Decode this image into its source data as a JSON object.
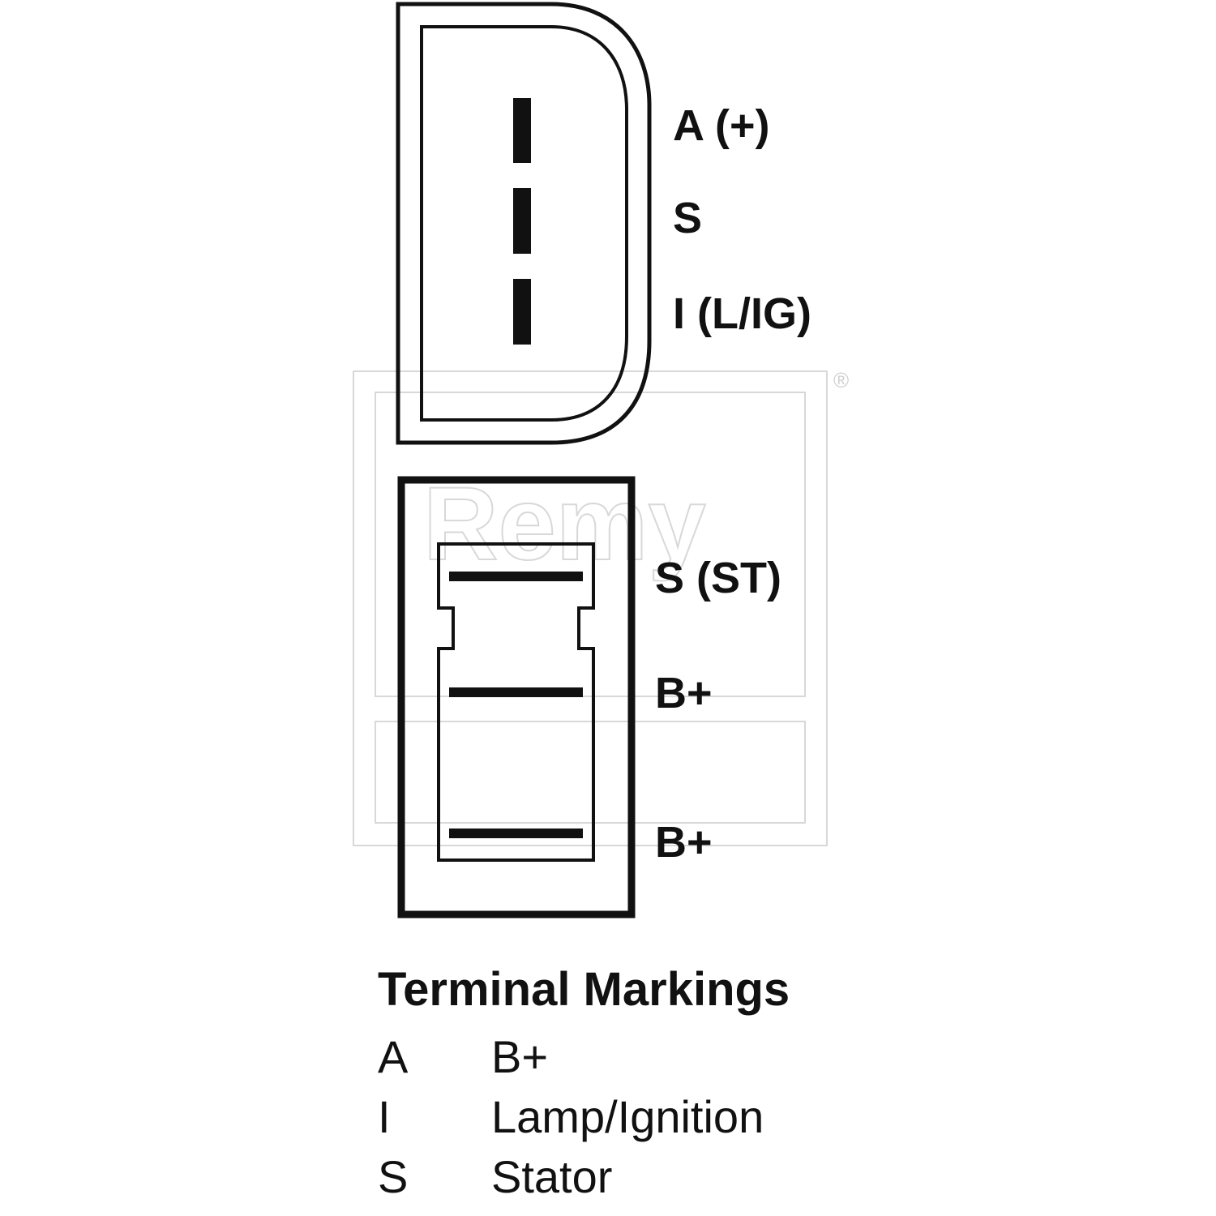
{
  "connector_top": {
    "pins": [
      {
        "label": "A (+)"
      },
      {
        "label": "S"
      },
      {
        "label": "I (L/IG)"
      }
    ]
  },
  "connector_bottom": {
    "pins": [
      {
        "label": "S (ST)"
      },
      {
        "label": "B+"
      },
      {
        "label": "B+"
      }
    ]
  },
  "watermark": {
    "text": "Remy",
    "registered_mark": "®"
  },
  "legend": {
    "title": "Terminal Markings",
    "rows": [
      {
        "key": "A",
        "value": "B+"
      },
      {
        "key": "I",
        "value": "Lamp/Ignition"
      },
      {
        "key": "S",
        "value": "Stator"
      }
    ]
  },
  "colors": {
    "line": "#111111",
    "watermark": "#d8d8d8",
    "background": "#ffffff"
  }
}
